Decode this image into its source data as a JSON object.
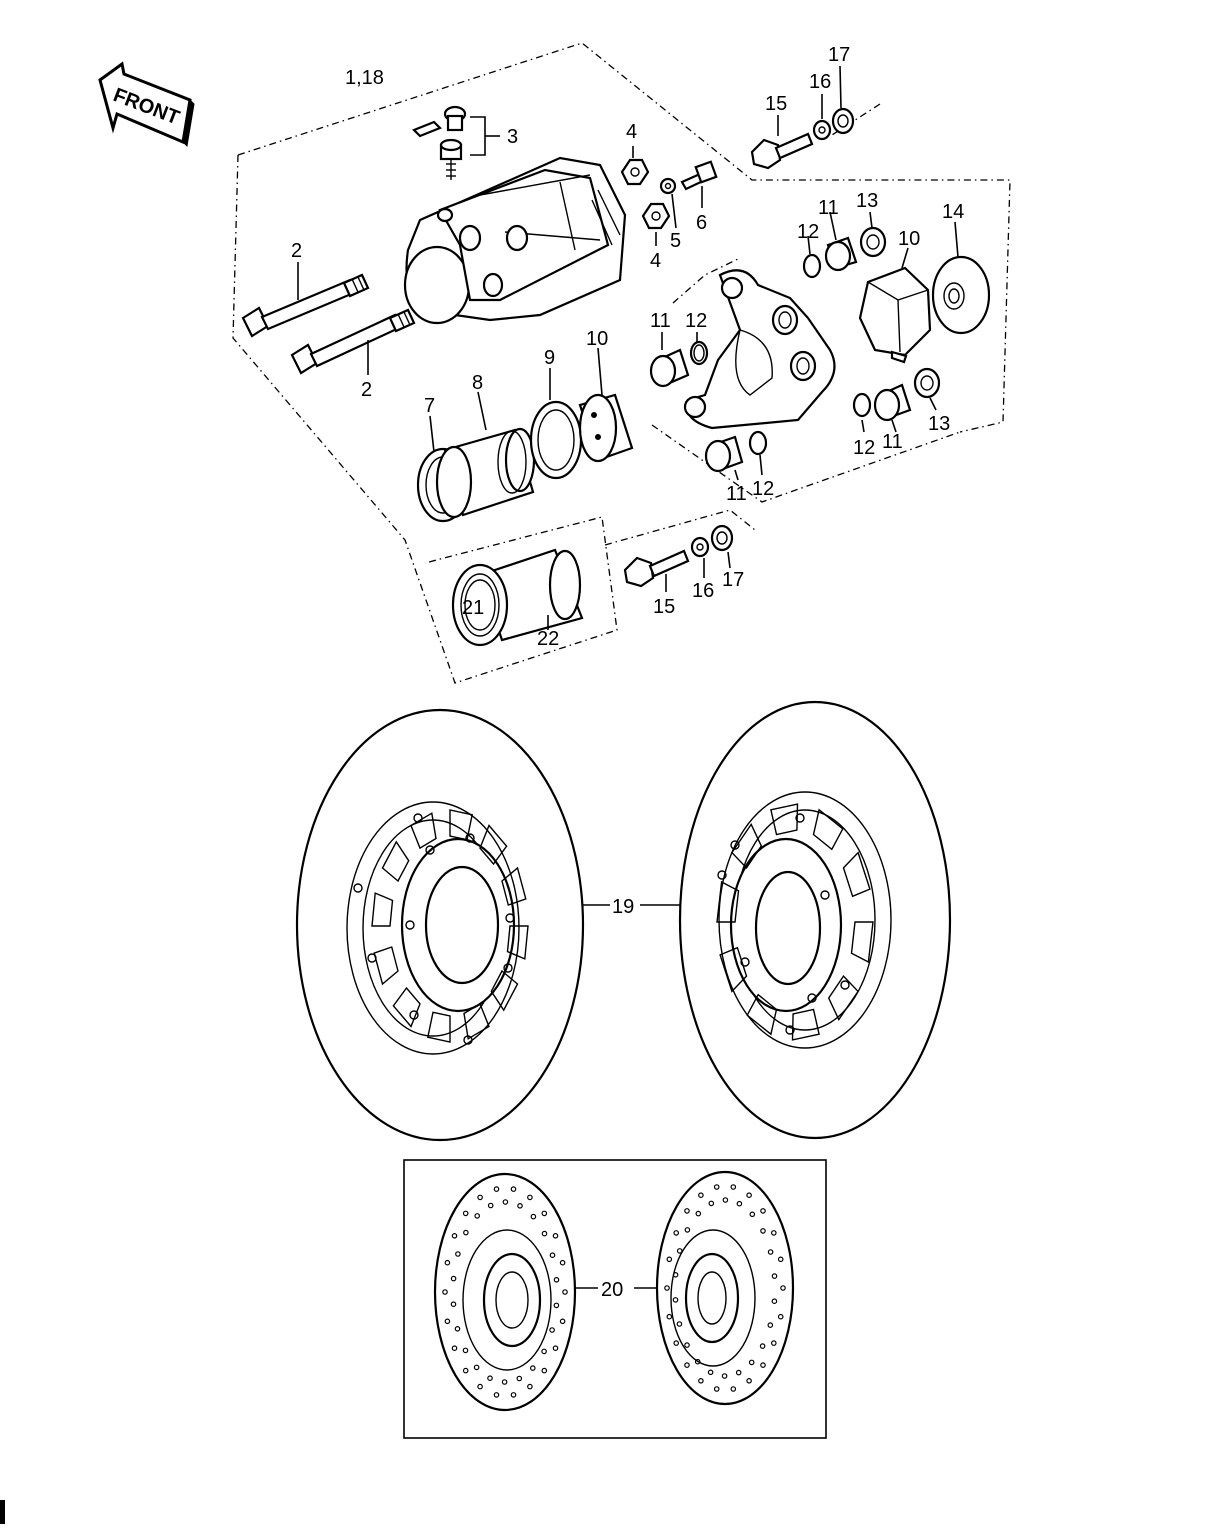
{
  "front_arrow": {
    "text": "FRONT"
  },
  "callouts": {
    "c1_18": "1,18",
    "c2a": "2",
    "c2b": "2",
    "c3": "3",
    "c4a": "4",
    "c4b": "4",
    "c5": "5",
    "c6": "6",
    "c7": "7",
    "c8": "8",
    "c9": "9",
    "c10a": "10",
    "c10b": "10",
    "c11a": "11",
    "c11b": "11",
    "c11c": "11",
    "c11d": "11",
    "c12a": "12",
    "c12b": "12",
    "c12c": "12",
    "c12d": "12",
    "c13a": "13",
    "c13b": "13",
    "c14": "14",
    "c15a": "15",
    "c15b": "15",
    "c16a": "16",
    "c16b": "16",
    "c17a": "17",
    "c17b": "17",
    "c19": "19",
    "c20": "20",
    "c21": "21",
    "c22": "22"
  }
}
